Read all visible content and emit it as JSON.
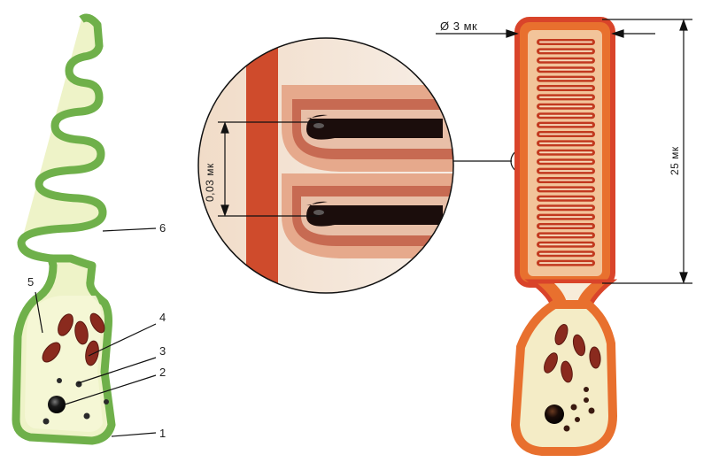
{
  "labels": {
    "l1": "1",
    "l2": "2",
    "l3": "3",
    "l4": "4",
    "l5": "5",
    "l6": "6"
  },
  "dimensions": {
    "diameter": "Ø 3 мк",
    "length": "25 мк",
    "disc_gap": "0,03 мк"
  },
  "colors": {
    "background": "#ffffff",
    "left_cell_green": "#6fb04a",
    "left_cell_fill": "#eef3c8",
    "right_cell_red": "#d9442a",
    "right_cell_orange": "#e8702e",
    "cytoplasm_fill": "#f4ecc6",
    "disc_dark": "#1b0d0c",
    "mitochondria": "#8a2a1e"
  }
}
